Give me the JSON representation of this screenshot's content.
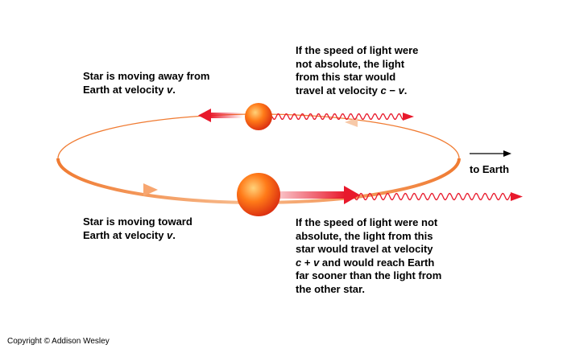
{
  "labels": {
    "away": {
      "line1": "Star is moving away from",
      "line2_pre": "Earth at velocity ",
      "line2_var": "v",
      "line2_post": "."
    },
    "toward": {
      "line1": "Star is moving toward",
      "line2_pre": "Earth at velocity ",
      "line2_var": "v",
      "line2_post": "."
    },
    "slow_light": {
      "line1": "If the speed of light were",
      "line2": "not absolute, the light",
      "line3": "from this star would",
      "line4_pre": "travel at velocity ",
      "line4_c": "c",
      "line4_op": " − ",
      "line4_v": "v",
      "line4_post": "."
    },
    "fast_light": {
      "line1": "If the speed of light were not",
      "line2": "absolute, the light from this",
      "line3": "star would travel at velocity",
      "line4_c": "c",
      "line4_op": " + ",
      "line4_v": "v",
      "line4_post": " and would reach Earth",
      "line5": "far sooner than the light from",
      "line6": "the other star."
    },
    "to_earth": "to Earth"
  },
  "copyright": "Copyright © Addison Wesley",
  "colors": {
    "orbit": "#f07b32",
    "wave": "#e8192c",
    "star_core": "#ffd27a",
    "star_mid": "#ff7a18",
    "star_edge": "#d92a10",
    "motion_arrow": "#f0506a"
  }
}
